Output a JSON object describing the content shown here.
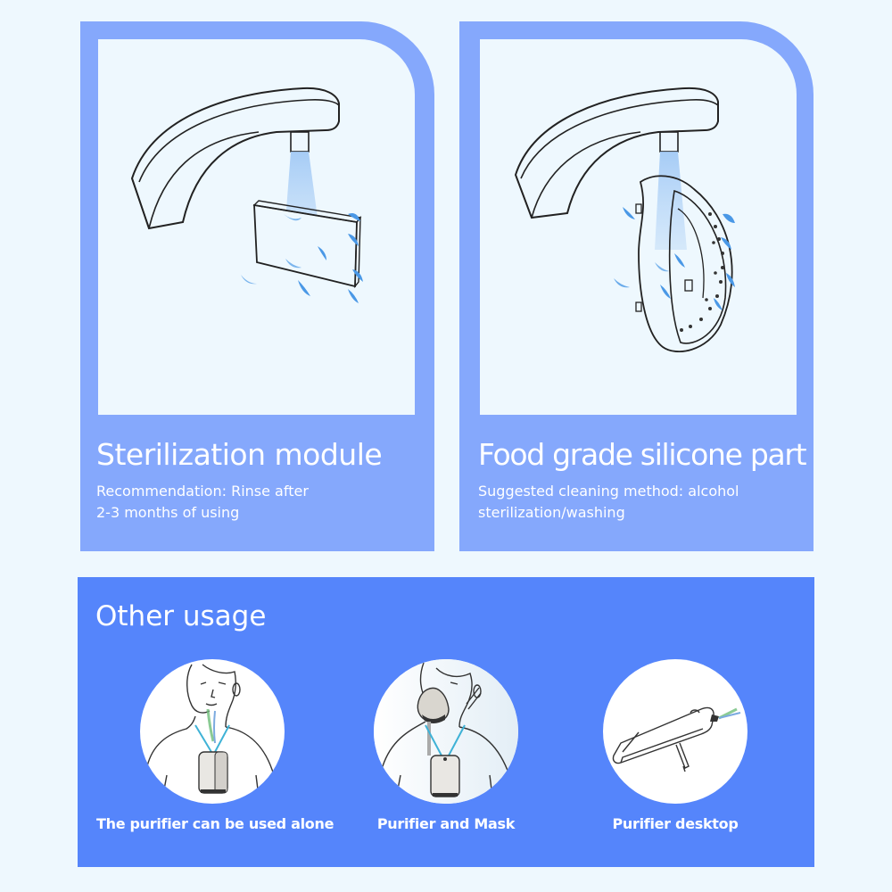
{
  "cards": [
    {
      "title": "Sterilization module",
      "description_line1": "Recommendation: Rinse after",
      "description_line2": "2-3 months of using",
      "illustration": "faucet-rinsing-module-illustration"
    },
    {
      "title": "Food grade silicone part",
      "description_line1": "Suggested cleaning method: alcohol",
      "description_line2": "sterilization/washing",
      "illustration": "faucet-rinsing-silicone-illustration"
    }
  ],
  "usage": {
    "title": "Other usage",
    "items": [
      {
        "label": "The purifier can be used alone",
        "illustration": "person-wearing-purifier-necklace"
      },
      {
        "label": "Purifier and Mask",
        "illustration": "person-wearing-mask-with-purifier"
      },
      {
        "label": "Purifier desktop",
        "illustration": "purifier-on-desktop-stand"
      }
    ]
  },
  "colors": {
    "background": "#eef8fe",
    "card": "#85a8fc",
    "usage_panel": "#5585fb",
    "water": "#3a8fe0",
    "lanyard": "#3fb2d6"
  }
}
